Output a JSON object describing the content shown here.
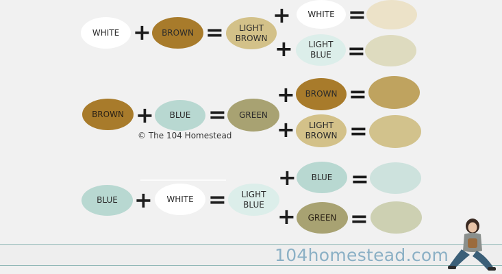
{
  "colors": {
    "white": "#ffffff",
    "brown": "#a87b2b",
    "light_brown": "#d3c189",
    "light_blue": "#dceeea",
    "blue": "#b8d8d1",
    "green": "#a8a272",
    "result_cream": "#ece2c8",
    "result_pale_sage": "#dedbbf",
    "result_olive_gold": "#bfa35f",
    "result_tan": "#d2c28c",
    "result_pale_teal": "#cde2dd",
    "result_pale_green": "#cdd0b2",
    "footer_text": "#8bb0c5"
  },
  "rows": [
    {
      "base": {
        "left": "WHITE",
        "right": "BROWN",
        "result": "LIGHT BROWN"
      },
      "branches": [
        {
          "add": "WHITE"
        },
        {
          "add": "LIGHT BLUE"
        }
      ]
    },
    {
      "base": {
        "left": "BROWN",
        "right": "BLUE",
        "result": "GREEN"
      },
      "branches": [
        {
          "add": "BROWN"
        },
        {
          "add": "LIGHT BROWN"
        }
      ]
    },
    {
      "base": {
        "left": "BLUE",
        "right": "WHITE",
        "result": "LIGHT BLUE"
      },
      "branches": [
        {
          "add": "BLUE"
        },
        {
          "add": "GREEN"
        }
      ]
    }
  ],
  "symbols": {
    "plus": "+",
    "equals": "="
  },
  "copyright": "© The 104 Homestead",
  "footer": {
    "site": "104homestead.com"
  }
}
